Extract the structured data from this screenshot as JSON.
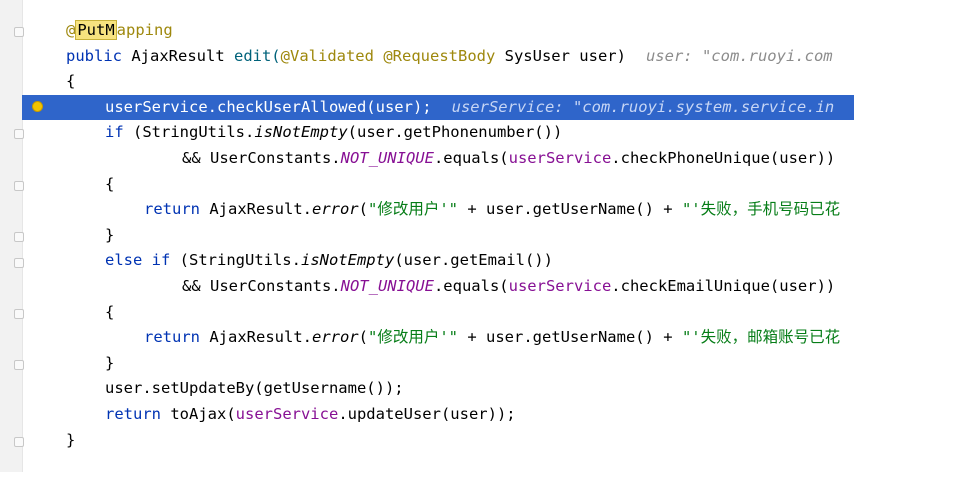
{
  "editor": {
    "lines": {
      "l1": {
        "at": "@",
        "put": "PutM",
        "rest": "apping"
      },
      "l2": {
        "pub": "public ",
        "type": "AjaxResult ",
        "method": "edit(",
        "ann1": "@Validated",
        "sp": " ",
        "ann2": "@RequestBody",
        "params": " SysUser user)",
        "hint": "user: \"com.ruoyi.com"
      },
      "l3": {
        "text": "{"
      },
      "l4": {
        "code": "userService.checkUserAllowed(user);",
        "hint": "userService: \"com.ruoyi.system.service.in"
      },
      "l5": {
        "kw": "if",
        "a": " (StringUtils.",
        "m": "isNotEmpty",
        "b": "(user.getPhonenumber())"
      },
      "l6": {
        "a": "&& UserConstants.",
        "c": "NOT_UNIQUE",
        "b": ".equals(",
        "f": "userService",
        "d": ".checkPhoneUnique(user))"
      },
      "l7": {
        "text": "{"
      },
      "l8": {
        "kw": "return",
        "a": " AjaxResult.",
        "m": "error",
        "b": "(",
        "s1": "\"修改用户'\"",
        "c": " + user.getUserName() + ",
        "s2": "\"'失败，手机号码已花"
      },
      "l9": {
        "text": "}"
      },
      "l10": {
        "kw": "else if",
        "a": " (StringUtils.",
        "m": "isNotEmpty",
        "b": "(user.getEmail())"
      },
      "l11": {
        "a": "&& UserConstants.",
        "c": "NOT_UNIQUE",
        "b": ".equals(",
        "f": "userService",
        "d": ".checkEmailUnique(user))"
      },
      "l12": {
        "text": "{"
      },
      "l13": {
        "kw": "return",
        "a": " AjaxResult.",
        "m": "error",
        "b": "(",
        "s1": "\"修改用户'\"",
        "c": " + user.getUserName() + ",
        "s2": "\"'失败，邮箱账号已花"
      },
      "l14": {
        "text": "}"
      },
      "l15": {
        "code": "user.setUpdateBy(getUsername());"
      },
      "l16": {
        "kw": "return",
        "a": " toAjax(",
        "f": "userService",
        "b": ".updateUser(user));"
      },
      "l17": {
        "text": "}"
      }
    }
  },
  "colors": {
    "selection": "#2f65ca",
    "keyword": "#0033b3",
    "annotation": "#9e880d",
    "string": "#067d17",
    "field": "#871094",
    "hint": "#8c8c8c"
  },
  "icons": [
    "bulb-icon",
    "fold-marker-icon"
  ]
}
